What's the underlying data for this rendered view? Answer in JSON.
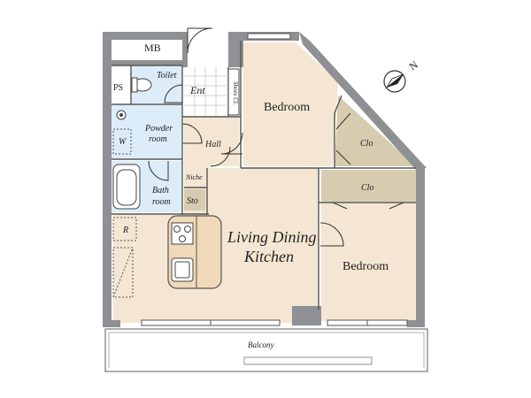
{
  "colors": {
    "wall": "#8f9094",
    "floor_main": "#f4e6d2",
    "floor_wet": "#dcecf8",
    "floor_tile": "#ffffff",
    "closet": "#d8ccb0",
    "balcony": "#ffffff"
  },
  "rooms": {
    "mb": "MB",
    "ps": "PS",
    "toilet": "Toilet",
    "ent": "Ent",
    "shoes_cl": "Shoes Cl.",
    "bedroom_top": "Bedroom",
    "powder_room_line1": "Powder",
    "powder_room_line2": "room",
    "w": "W",
    "hall": "Hall",
    "clo_upper": "Clo",
    "clo_lower": "Clo",
    "bath_room_line1": "Bath",
    "bath_room_line2": "room",
    "niche": "Niche",
    "sto": "Sto",
    "ldk_line1": "Living Dining",
    "ldk_line2": "Kitchen",
    "bedroom_right": "Bedroom",
    "r": "R",
    "balcony": "Balcony"
  },
  "compass": {
    "label": "N",
    "icon": "compass-icon"
  }
}
